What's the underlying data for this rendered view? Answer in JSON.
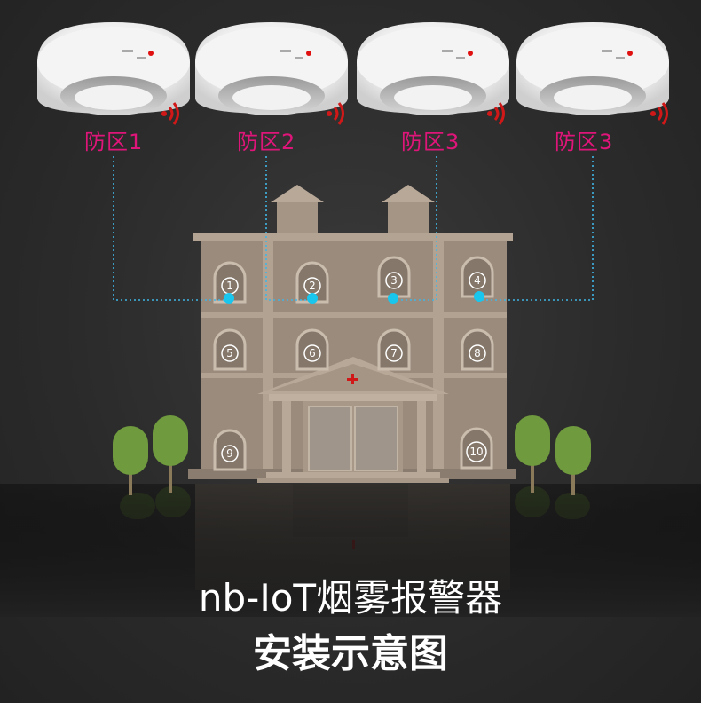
{
  "zones": [
    {
      "label": "防区1"
    },
    {
      "label": "防区2"
    },
    {
      "label": "防区3"
    },
    {
      "label": "防区3"
    }
  ],
  "windows": [
    "1",
    "2",
    "3",
    "4",
    "5",
    "6",
    "7",
    "8",
    "9",
    "10"
  ],
  "title_line1": "nb-IoT烟雾报警器",
  "title_line2": "安装示意图",
  "colors": {
    "zone_label": "#e0157a",
    "wire": "#3fb6e6",
    "sensor_dot": "#19c6ee",
    "signal": "#d01818"
  }
}
